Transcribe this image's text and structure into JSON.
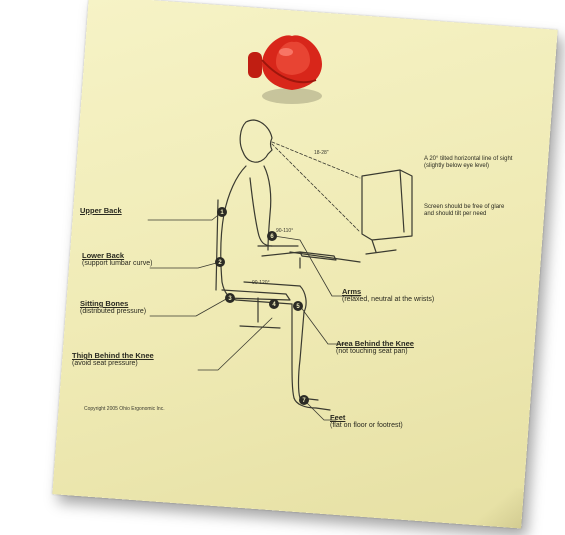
{
  "labels": {
    "upper_back": {
      "title": "Upper Back",
      "sub": ""
    },
    "lower_back": {
      "title": "Lower Back",
      "sub": "(support lumbar curve)"
    },
    "sitting_bones": {
      "title": "Sitting Bones",
      "sub": "(distributed pressure)"
    },
    "thigh_behind_knee": {
      "title": "Thigh Behind the Knee",
      "sub": "(avoid seat pressure)"
    },
    "arms": {
      "title": "Arms",
      "sub": "(relaxed, neutral at the wrists)"
    },
    "area_behind_knee": {
      "title": "Area Behind the Knee",
      "sub": "(not touching seat pan)"
    },
    "feet": {
      "title": "Feet",
      "sub": "(flat on floor or footrest)"
    }
  },
  "notes": {
    "monitor_angle": "A 20° tilted horizontal line of sight (slightly below eye level)",
    "screen_distance": "Screen should be free of glare and should tilt per need",
    "view_distance": "18-28\"",
    "elbow_angle": "90-110°",
    "hip_angle": "90-120°"
  },
  "numbers": [
    "1",
    "2",
    "3",
    "4",
    "5",
    "6",
    "7"
  ],
  "copyright": "Copyright 2005 Ohio Ergonomic Inc.",
  "colors": {
    "note_paper": "#f3efbf",
    "pin_red": "#d8261a",
    "line": "#3a3a30",
    "marker": "#2b2b25"
  }
}
